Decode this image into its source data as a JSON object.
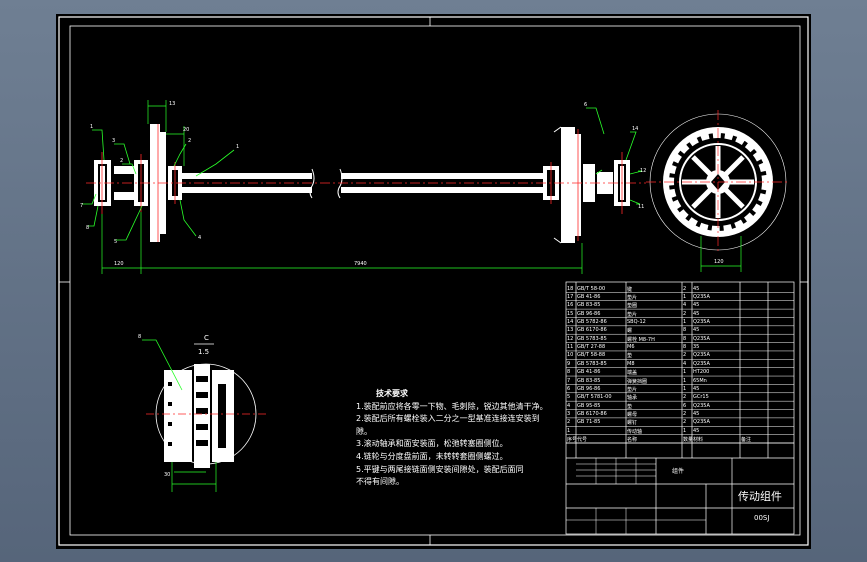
{
  "drawing": {
    "title": "传动组件",
    "drawing_no": "00SJ",
    "scale_ratio": "1.5",
    "scale_letter": "C",
    "qty_label": "组件",
    "overall_dim": "7940",
    "tech_requirements": {
      "heading": "技术要求",
      "items": [
        "1.装配前应将各零一下物、毛刺除，锐边其他清干净。",
        "2.装配后所有螺栓装入二分之一型基准连接连安装到",
        "隙。",
        "3.滚动轴承和面安装面，松弛转塞圈侧位。",
        "4.链轮与分度盘前面，未转转套圈侧螺过。",
        "5.平键与两尾接链面侧安装间隙处，装配后面同",
        "不得有间隙。"
      ]
    },
    "bom": {
      "rows": [
        [
          "18",
          "GB/T 58-00",
          "键",
          "2",
          "45",
          ""
        ],
        [
          "17",
          "GB 41-86",
          "垫片",
          "1",
          "Q235A",
          ""
        ],
        [
          "16",
          "GB 83-85",
          "垫圈",
          "4",
          "45",
          ""
        ],
        [
          "15",
          "GB 96-86",
          "垫片",
          "2",
          "45",
          ""
        ],
        [
          "14",
          "GB 5782-86",
          "SBQ-12",
          "1",
          "Q235A",
          ""
        ],
        [
          "13",
          "GB 6170-86",
          "螺",
          "8",
          "45",
          ""
        ],
        [
          "12",
          "GB 5783-85",
          "螺栓 M8-7H",
          "8",
          "Q235A",
          ""
        ],
        [
          "11",
          "GB/T 27-88",
          "M6",
          "8",
          "35",
          ""
        ],
        [
          "10",
          "GB/T 58-88",
          "垫",
          "2",
          "Q235A",
          ""
        ],
        [
          "9",
          "GB 5783-85",
          "M8",
          "4",
          "Q235A",
          ""
        ],
        [
          "8",
          "GB 41-86",
          "端盖",
          "1",
          "HT200",
          ""
        ],
        [
          "7",
          "GB 83-85",
          "弹簧挡圈",
          "1",
          "65Mn",
          ""
        ],
        [
          "6",
          "GB 96-86",
          "垫片",
          "1",
          "45",
          ""
        ],
        [
          "5",
          "GB/T 5781-00",
          "轴承",
          "2",
          "GCr15",
          ""
        ],
        [
          "4",
          "GB 95-85",
          "垫",
          "6",
          "Q235A",
          ""
        ],
        [
          "3",
          "GB 6170-86",
          "螺母",
          "2",
          "45",
          ""
        ],
        [
          "2",
          "GB 71-85",
          "螺钉",
          "2",
          "Q235A",
          ""
        ],
        [
          "1",
          "",
          "传动轴",
          "1",
          "45",
          ""
        ]
      ],
      "header": [
        "序号",
        "代号",
        "名称",
        "数量",
        "材料",
        "备注"
      ]
    }
  }
}
